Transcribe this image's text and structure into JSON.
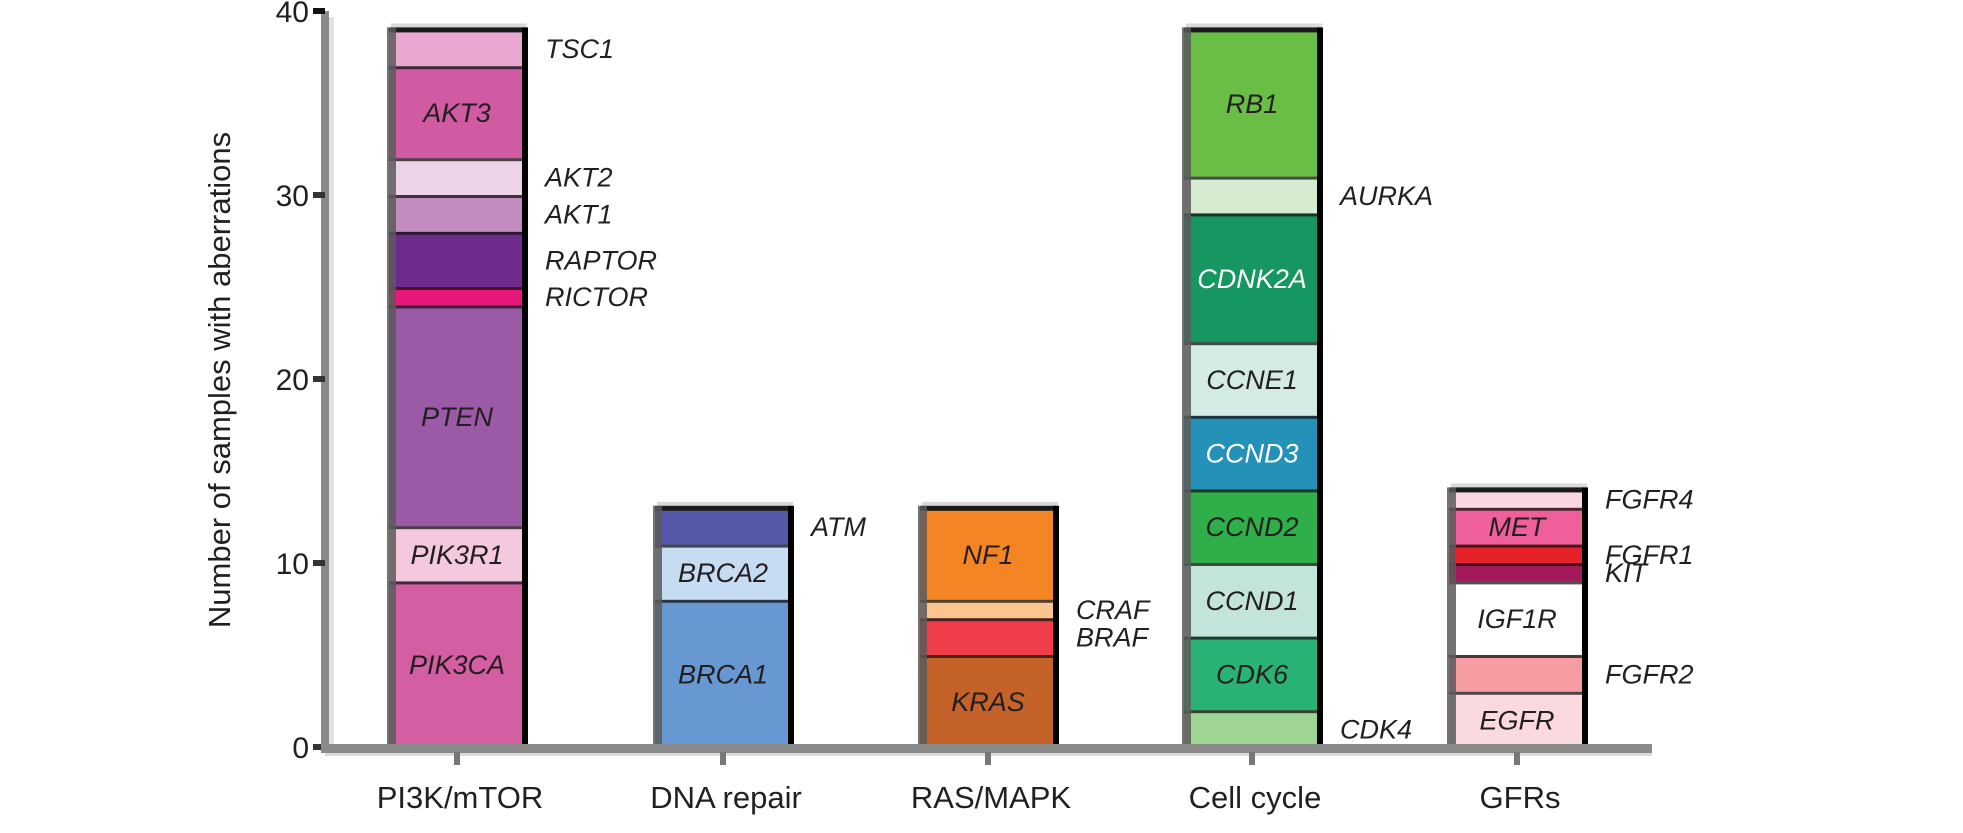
{
  "chart_data": {
    "type": "bar",
    "stacked": true,
    "title": "",
    "xlabel": "",
    "ylabel": "Number of samples with aberrations",
    "ylim": [
      0,
      40
    ],
    "yticks": [
      0,
      10,
      20,
      30,
      40
    ],
    "grid": false,
    "legend": "none (segments labeled inline)",
    "categories": [
      "PI3K/mTOR",
      "DNA repair",
      "RAS/MAPK",
      "Cell cycle",
      "GFRs"
    ],
    "stacks": [
      {
        "category": "PI3K/mTOR",
        "total": 39,
        "segments": [
          {
            "gene": "PIK3CA",
            "value": 9,
            "color": "#d35ea2",
            "label_position": "inside",
            "label_color": "#231f20"
          },
          {
            "gene": "PIK3R1",
            "value": 3,
            "color": "#f4c8df",
            "label_position": "inside",
            "label_color": "#231f20"
          },
          {
            "gene": "PTEN",
            "value": 12,
            "color": "#9b5aa6",
            "label_position": "inside",
            "label_color": "#231f20"
          },
          {
            "gene": "RICTOR",
            "value": 1,
            "color": "#e8177a",
            "label_position": "side",
            "label_color": "#231f20"
          },
          {
            "gene": "RAPTOR",
            "value": 3,
            "color": "#6f2a8e",
            "label_position": "side",
            "label_color": "#231f20"
          },
          {
            "gene": "AKT1",
            "value": 2,
            "color": "#c28cc0",
            "label_position": "side",
            "label_color": "#231f20"
          },
          {
            "gene": "AKT2",
            "value": 2,
            "color": "#ecd3e8",
            "label_position": "side",
            "label_color": "#231f20"
          },
          {
            "gene": "AKT3",
            "value": 5,
            "color": "#d05ba2",
            "label_position": "inside",
            "label_color": "#231f20"
          },
          {
            "gene": "TSC1",
            "value": 2,
            "color": "#e8a8d0",
            "label_position": "side",
            "label_color": "#231f20"
          }
        ]
      },
      {
        "category": "DNA repair",
        "total": 13,
        "segments": [
          {
            "gene": "BRCA1",
            "value": 8,
            "color": "#6898d2",
            "label_position": "inside",
            "label_color": "#231f20"
          },
          {
            "gene": "BRCA2",
            "value": 3,
            "color": "#c6dcf2",
            "label_position": "inside",
            "label_color": "#231f20"
          },
          {
            "gene": "ATM",
            "value": 2,
            "color": "#5358a8",
            "label_position": "side",
            "label_color": "#231f20"
          }
        ]
      },
      {
        "category": "RAS/MAPK",
        "total": 13,
        "segments": [
          {
            "gene": "KRAS",
            "value": 5,
            "color": "#c4622a",
            "label_position": "inside",
            "label_color": "#231f20"
          },
          {
            "gene": "BRAF",
            "value": 2,
            "color": "#ef3e4a",
            "label_position": "side",
            "label_color": "#231f20"
          },
          {
            "gene": "CRAF",
            "value": 1,
            "color": "#fbc58e",
            "label_position": "side",
            "label_color": "#231f20"
          },
          {
            "gene": "NF1",
            "value": 5,
            "color": "#f38524",
            "label_position": "inside",
            "label_color": "#231f20"
          }
        ]
      },
      {
        "category": "Cell cycle",
        "total": 39,
        "segments": [
          {
            "gene": "CDK4",
            "value": 2,
            "color": "#9ed494",
            "label_position": "side",
            "label_color": "#231f20"
          },
          {
            "gene": "CDK6",
            "value": 4,
            "color": "#28b273",
            "label_position": "inside",
            "label_color": "#231f20"
          },
          {
            "gene": "CCND1",
            "value": 4,
            "color": "#c3e4da",
            "label_position": "inside",
            "label_color": "#231f20"
          },
          {
            "gene": "CCND2",
            "value": 4,
            "color": "#2fae4a",
            "label_position": "inside",
            "label_color": "#231f20"
          },
          {
            "gene": "CCND3",
            "value": 4,
            "color": "#2491b8",
            "label_position": "inside",
            "label_color": "#ffffff"
          },
          {
            "gene": "CCNE1",
            "value": 4,
            "color": "#d3ebe4",
            "label_position": "inside",
            "label_color": "#231f20"
          },
          {
            "gene": "CDNK2A",
            "value": 7,
            "color": "#169661",
            "label_position": "inside",
            "label_color": "#ffffff"
          },
          {
            "gene": "AURKA",
            "value": 2,
            "color": "#d6ecd0",
            "label_position": "side",
            "label_color": "#231f20"
          },
          {
            "gene": "RB1",
            "value": 8,
            "color": "#6abd45",
            "label_position": "inside",
            "label_color": "#231f20"
          }
        ]
      },
      {
        "category": "GFRs",
        "total": 14,
        "segments": [
          {
            "gene": "EGFR",
            "value": 3,
            "color": "#fadadf",
            "label_position": "inside",
            "label_color": "#231f20"
          },
          {
            "gene": "FGFR2",
            "value": 2,
            "color": "#f59da3",
            "label_position": "side",
            "label_color": "#231f20"
          },
          {
            "gene": "IGF1R",
            "value": 4,
            "color": "#ffffff",
            "label_position": "inside",
            "label_color": "#231f20"
          },
          {
            "gene": "KIT",
            "value": 1,
            "color": "#a3195b",
            "label_position": "side",
            "label_color": "#231f20"
          },
          {
            "gene": "FGFR1",
            "value": 1,
            "color": "#e8202a",
            "label_position": "side",
            "label_color": "#231f20"
          },
          {
            "gene": "MET",
            "value": 2,
            "color": "#ef5f9b",
            "label_position": "inside",
            "label_color": "#231f20"
          },
          {
            "gene": "FGFR4",
            "value": 1,
            "color": "#f9d6e0",
            "label_position": "side",
            "label_color": "#231f20"
          }
        ]
      }
    ]
  }
}
